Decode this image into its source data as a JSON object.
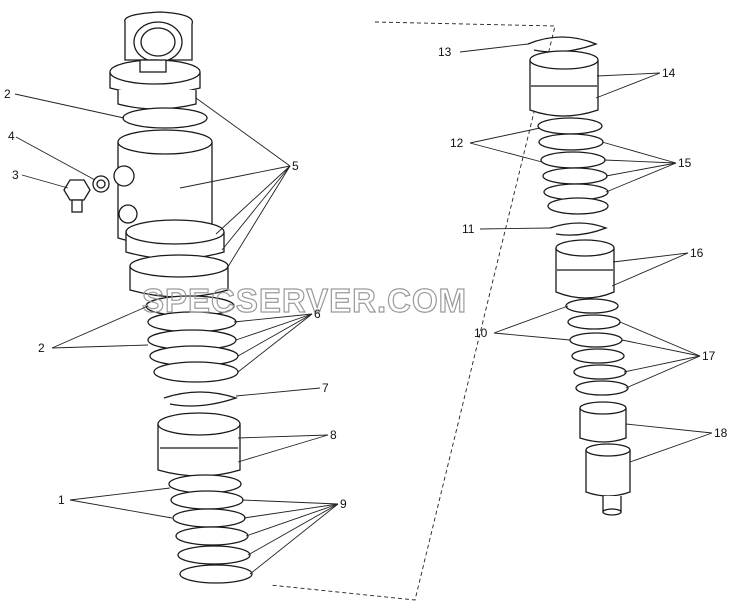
{
  "watermark": "SPECSERVER.COM",
  "callouts": [
    {
      "id": "c1",
      "text": "1"
    },
    {
      "id": "c2a",
      "text": "2"
    },
    {
      "id": "c2b",
      "text": "2"
    },
    {
      "id": "c3",
      "text": "3"
    },
    {
      "id": "c4",
      "text": "4"
    },
    {
      "id": "c5",
      "text": "5"
    },
    {
      "id": "c6",
      "text": "6"
    },
    {
      "id": "c7",
      "text": "7"
    },
    {
      "id": "c8",
      "text": "8"
    },
    {
      "id": "c9",
      "text": "9"
    },
    {
      "id": "c10",
      "text": "10"
    },
    {
      "id": "c11",
      "text": "11"
    },
    {
      "id": "c12",
      "text": "12"
    },
    {
      "id": "c13",
      "text": "13"
    },
    {
      "id": "c14",
      "text": "14"
    },
    {
      "id": "c15",
      "text": "15"
    },
    {
      "id": "c16",
      "text": "16"
    },
    {
      "id": "c17",
      "text": "17"
    },
    {
      "id": "c18",
      "text": "18"
    }
  ],
  "colors": {
    "line": "#1a1a1a",
    "watermark": "#9a9a9a",
    "background": "#ffffff"
  }
}
